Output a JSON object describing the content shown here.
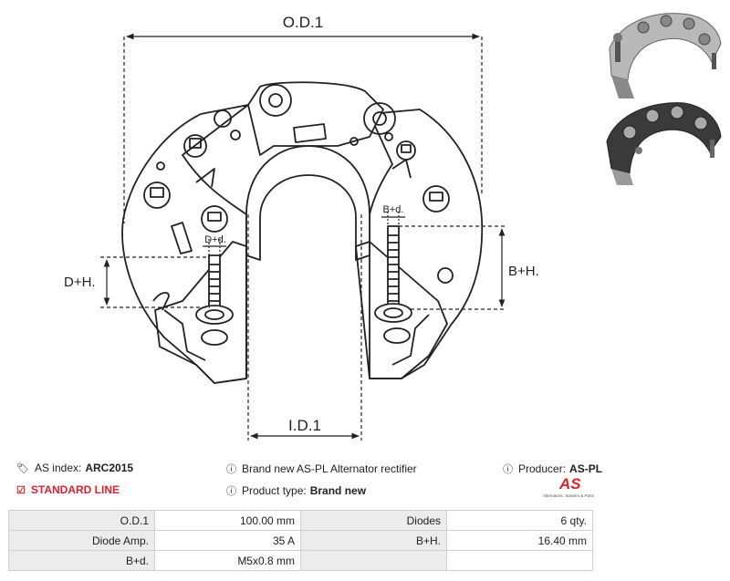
{
  "diagram": {
    "od_label": "O.D.1",
    "id_label": "I.D.1",
    "dh_label": "D+H.",
    "bh_label": "B+H.",
    "dd_label": "D+d.",
    "bd_label": "B+d."
  },
  "info": {
    "as_index_label": "AS index:",
    "as_index_value": "ARC2015",
    "standard_line": "STANDARD LINE",
    "brand_text": "Brand new AS-PL Alternator rectifier",
    "product_type_label": "Product type:",
    "product_type_value": "Brand new",
    "producer_label": "Producer:",
    "producer_value": "AS-PL",
    "logo_text": "AS",
    "logo_tagline": "Alternators, Starters & Parts"
  },
  "icons": {
    "tag": "tag-icon",
    "check": "checkbox-icon",
    "info": "info-icon"
  },
  "colors": {
    "accent": "#d9232e",
    "label_bg": "#ececec",
    "border": "#cfcfcf"
  },
  "specs": [
    [
      {
        "label": "O.D.1",
        "value": "100.00 mm"
      },
      {
        "label": "Diodes",
        "value": "6 qty."
      }
    ],
    [
      {
        "label": "Diode Amp.",
        "value": "35 A"
      },
      {
        "label": "B+H.",
        "value": "16.40 mm"
      }
    ],
    [
      {
        "label": "B+d.",
        "value": "M5x0.8 mm"
      },
      {
        "label": "",
        "value": ""
      }
    ]
  ]
}
